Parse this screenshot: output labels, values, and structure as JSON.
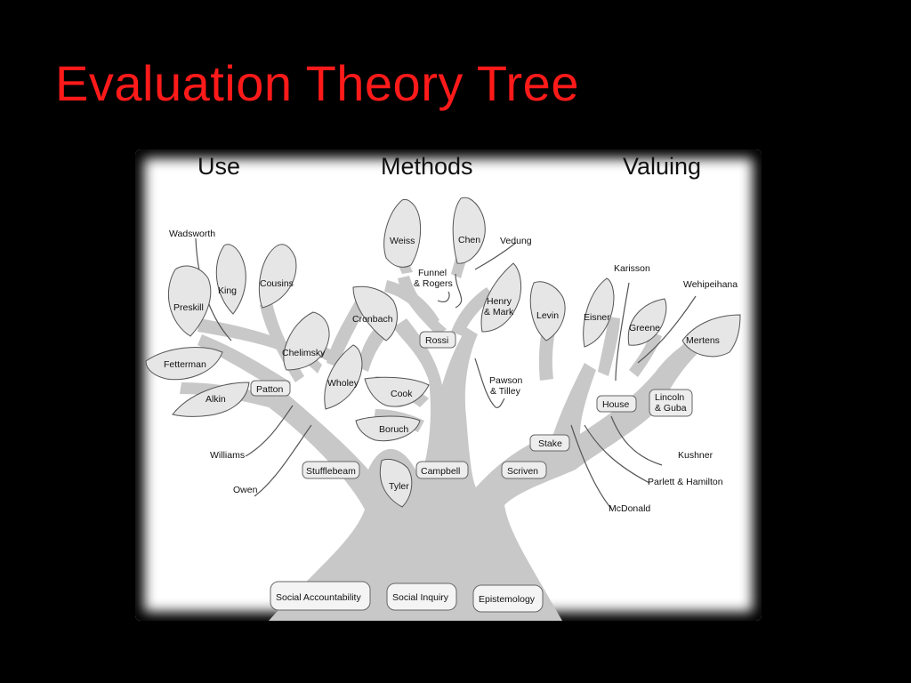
{
  "slide": {
    "title": "Evaluation Theory Tree"
  },
  "tree": {
    "branches": {
      "use": "Use",
      "methods": "Methods",
      "valuing": "Valuing"
    },
    "roots": {
      "social_accountability": "Social Accountability",
      "social_inquiry": "Social Inquiry",
      "epistemology": "Epistemology"
    },
    "names": {
      "wadsworth": "Wadsworth",
      "king": "King",
      "cousins": "Cousins",
      "preskill": "Preskill",
      "fetterman": "Fetterman",
      "patton": "Patton",
      "chelimsky": "Chelimsky",
      "alkin": "Alkin",
      "wholey": "Wholey",
      "williams": "Williams",
      "owen": "Owen",
      "stufflebeam": "Stufflebeam",
      "weiss": "Weiss",
      "chen": "Chen",
      "vedung": "Vedung",
      "funnel_rogers_1": "Funnel",
      "funnel_rogers_2": "& Rogers",
      "cronbach": "Cronbach",
      "rossi": "Rossi",
      "henry_mark_1": "Henry",
      "henry_mark_2": "& Mark",
      "cook": "Cook",
      "boruch": "Boruch",
      "pawson_tilley_1": "Pawson",
      "pawson_tilley_2": "& Tilley",
      "tyler": "Tyler",
      "campbell": "Campbell",
      "karisson": "Karisson",
      "wehipeihana": "Wehipeihana",
      "levin": "Levin",
      "eisner": "Eisner",
      "greene": "Greene",
      "mertens": "Mertens",
      "house": "House",
      "lincoln_guba_1": "Lincoln",
      "lincoln_guba_2": "& Guba",
      "stake": "Stake",
      "kushner": "Kushner",
      "scriven": "Scriven",
      "parlett_hamilton": "Parlett & Hamilton",
      "mcdonald": "McDonald"
    }
  }
}
